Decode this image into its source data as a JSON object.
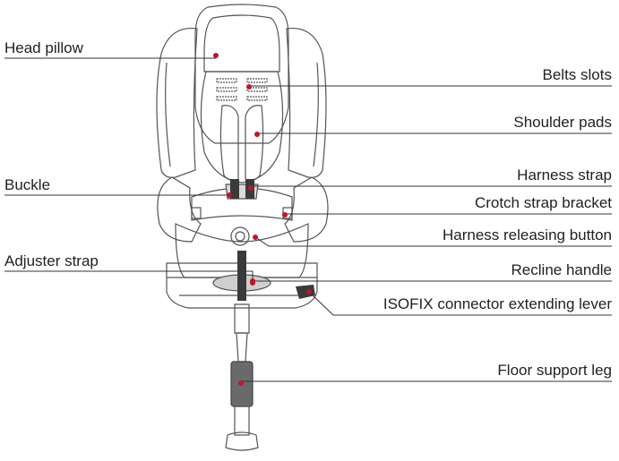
{
  "labels_left": [
    {
      "id": "head-pillow",
      "text": "Head pillow"
    },
    {
      "id": "buckle",
      "text": "Buckle"
    },
    {
      "id": "adjuster-strap",
      "text": "Adjuster strap"
    }
  ],
  "labels_right": [
    {
      "id": "belts-slots",
      "text": "Belts slots"
    },
    {
      "id": "shoulder-pads",
      "text": "Shoulder pads"
    },
    {
      "id": "harness-strap",
      "text": "Harness strap"
    },
    {
      "id": "crotch-strap-bracket",
      "text": "Crotch strap bracket"
    },
    {
      "id": "harness-releasing-button",
      "text": "Harness releasing button"
    },
    {
      "id": "recline-handle",
      "text": "Recline handle"
    },
    {
      "id": "isofix-lever",
      "text": "ISOFIX connector extending lever"
    },
    {
      "id": "floor-support-leg",
      "text": "Floor support leg"
    }
  ],
  "colors": {
    "line": "#333333",
    "dot": "#c0152a",
    "strap": "#3a3a3a",
    "outline": "#555555"
  }
}
